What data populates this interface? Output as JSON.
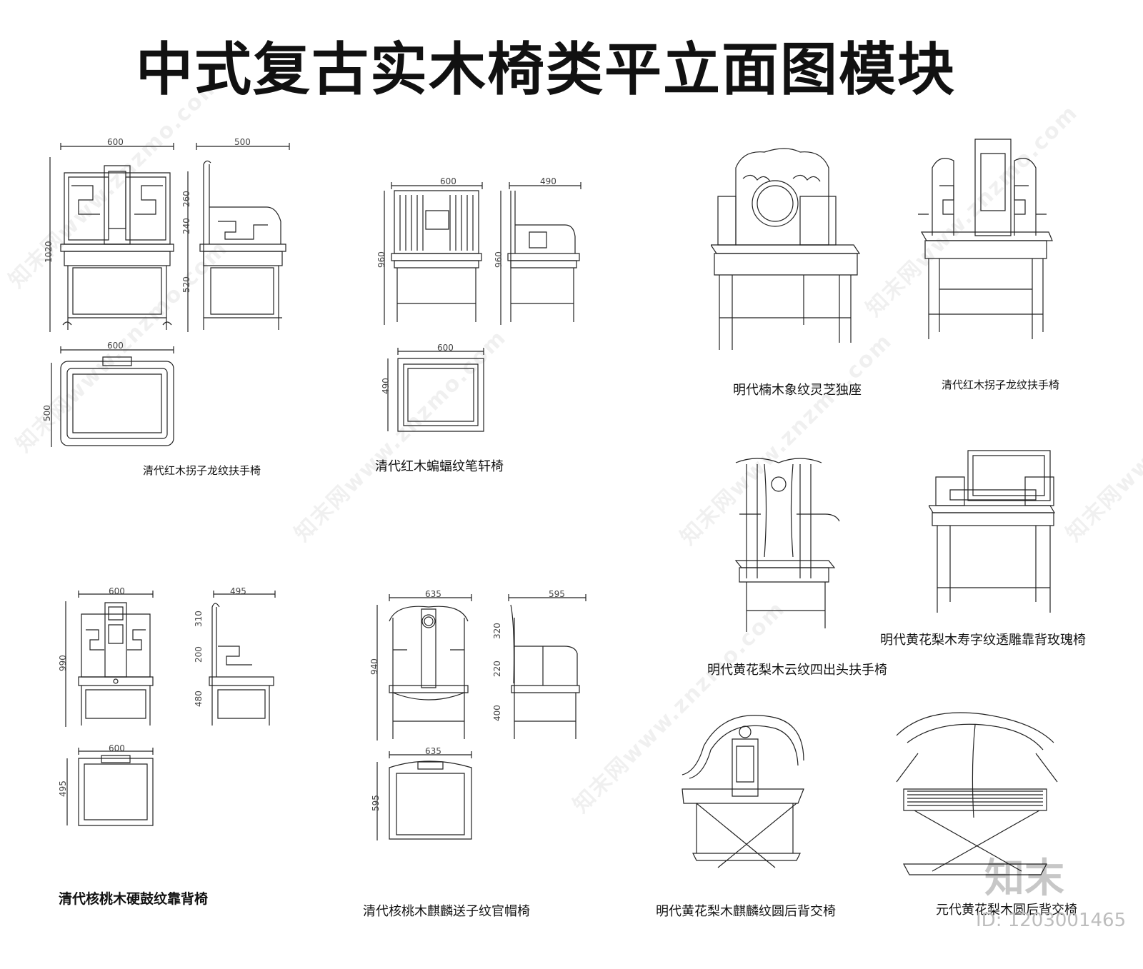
{
  "title": "中式复古实木椅类平立面图模块",
  "captions": {
    "c1": "清代红木拐子龙纹扶手椅",
    "c2": "清代红木蝙蝠纹笔轩椅",
    "c3": "明代楠木象纹灵芝独座",
    "c4": "清代红木拐子龙纹扶手椅",
    "c5": "明代黄花梨木寿字纹透雕靠背玫瑰椅",
    "c6": "明代黄花梨木云纹四出头扶手椅",
    "c7": "清代核桃木硬鼓纹靠背椅",
    "c8": "清代核桃木麒麟送子纹官帽椅",
    "c9": "明代黄花梨木麒麟纹圆后背交椅",
    "c10": "元代黄花梨木圆后背交椅"
  },
  "dims": {
    "d600a": "600",
    "d500a": "500",
    "d1020": "1020",
    "d260": "260",
    "d240": "240",
    "d520": "520",
    "d600b": "600",
    "d500b": "500",
    "d600c": "600",
    "d490a": "490",
    "d960a": "960",
    "d960b": "960",
    "d600d": "600",
    "d490b": "490",
    "d600e": "600",
    "d495a": "495",
    "d990": "990",
    "d310": "310",
    "d200": "200",
    "d480": "480",
    "d600f": "600",
    "d495b": "495",
    "d635a": "635",
    "d595a": "595",
    "d940": "940",
    "d320": "320",
    "d220": "220",
    "d400": "400",
    "d635b": "635",
    "d595b": "595"
  },
  "watermark": {
    "text": "知末网www.znzmo.com",
    "logo": "知末",
    "id": "ID: 1203001465"
  }
}
